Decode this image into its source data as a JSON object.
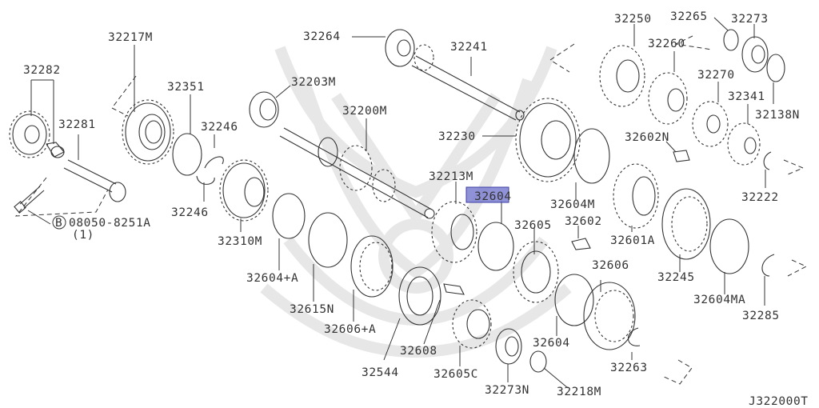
{
  "diagram": {
    "title": "Transmission gear / shaft exploded parts diagram",
    "figure_code": "J322000T",
    "highlight_color": "#7d7fd0",
    "highlighted_part": "32604",
    "labels": [
      {
        "id": "32217M",
        "text": "32217M"
      },
      {
        "id": "32282",
        "text": "32282"
      },
      {
        "id": "32281",
        "text": "32281"
      },
      {
        "id": "32351",
        "text": "32351"
      },
      {
        "id": "32246a",
        "text": "32246"
      },
      {
        "id": "32246b",
        "text": "32246"
      },
      {
        "id": "32203M",
        "text": "32203M"
      },
      {
        "id": "32264",
        "text": "32264"
      },
      {
        "id": "32241",
        "text": "32241"
      },
      {
        "id": "32200M",
        "text": "32200M"
      },
      {
        "id": "32230",
        "text": "32230"
      },
      {
        "id": "32213M",
        "text": "32213M"
      },
      {
        "id": "32604",
        "text_highlighted": "3260",
        "text_rest": "4"
      },
      {
        "id": "32310M",
        "text": "32310M"
      },
      {
        "id": "32604+A",
        "text": "32604+A"
      },
      {
        "id": "32615N",
        "text": "32615N"
      },
      {
        "id": "32606+A",
        "text": "32606+A"
      },
      {
        "id": "32544",
        "text": "32544"
      },
      {
        "id": "32608",
        "text": "32608"
      },
      {
        "id": "32605C",
        "text": "32605C"
      },
      {
        "id": "32273N",
        "text": "32273N"
      },
      {
        "id": "32218M",
        "text": "32218M"
      },
      {
        "id": "32605",
        "text": "32605"
      },
      {
        "id": "32604b",
        "text": "32604"
      },
      {
        "id": "32606",
        "text": "32606"
      },
      {
        "id": "32263",
        "text": "32263"
      },
      {
        "id": "32602",
        "text": "32602"
      },
      {
        "id": "32601A",
        "text": "32601A"
      },
      {
        "id": "32604M",
        "text": "32604M"
      },
      {
        "id": "32602N",
        "text": "32602N"
      },
      {
        "id": "32245",
        "text": "32245"
      },
      {
        "id": "32604MA",
        "text": "32604MA"
      },
      {
        "id": "32285",
        "text": "32285"
      },
      {
        "id": "32250",
        "text": "32250"
      },
      {
        "id": "32265",
        "text": "32265"
      },
      {
        "id": "32273",
        "text": "32273"
      },
      {
        "id": "32260",
        "text": "32260"
      },
      {
        "id": "32270",
        "text": "32270"
      },
      {
        "id": "32341",
        "text": "32341"
      },
      {
        "id": "32138N",
        "text": "32138N"
      },
      {
        "id": "32222",
        "text": "32222"
      }
    ],
    "bolt": {
      "marker": "B",
      "part_number": "08050-8251A",
      "quantity": "(1)"
    }
  }
}
